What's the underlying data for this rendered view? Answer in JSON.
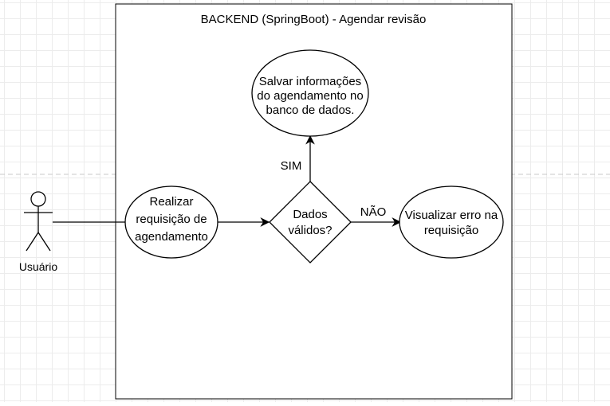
{
  "diagram": {
    "container": {
      "title": "BACKEND (SpringBoot) -  Agendar revisão"
    },
    "actor": {
      "label": "Usuário"
    },
    "nodes": {
      "realizar": {
        "lines": [
          "Realizar",
          "requisição de",
          "agendamento"
        ]
      },
      "decisao": {
        "lines": [
          "Dados",
          "válidos?"
        ]
      },
      "salvar": {
        "lines": [
          "Salvar informações",
          "do agendamento no",
          "banco de dados."
        ]
      },
      "erro": {
        "lines": [
          "Visualizar erro na",
          "requisição"
        ]
      }
    },
    "edges": {
      "sim": "SIM",
      "nao": "NÃO"
    }
  }
}
